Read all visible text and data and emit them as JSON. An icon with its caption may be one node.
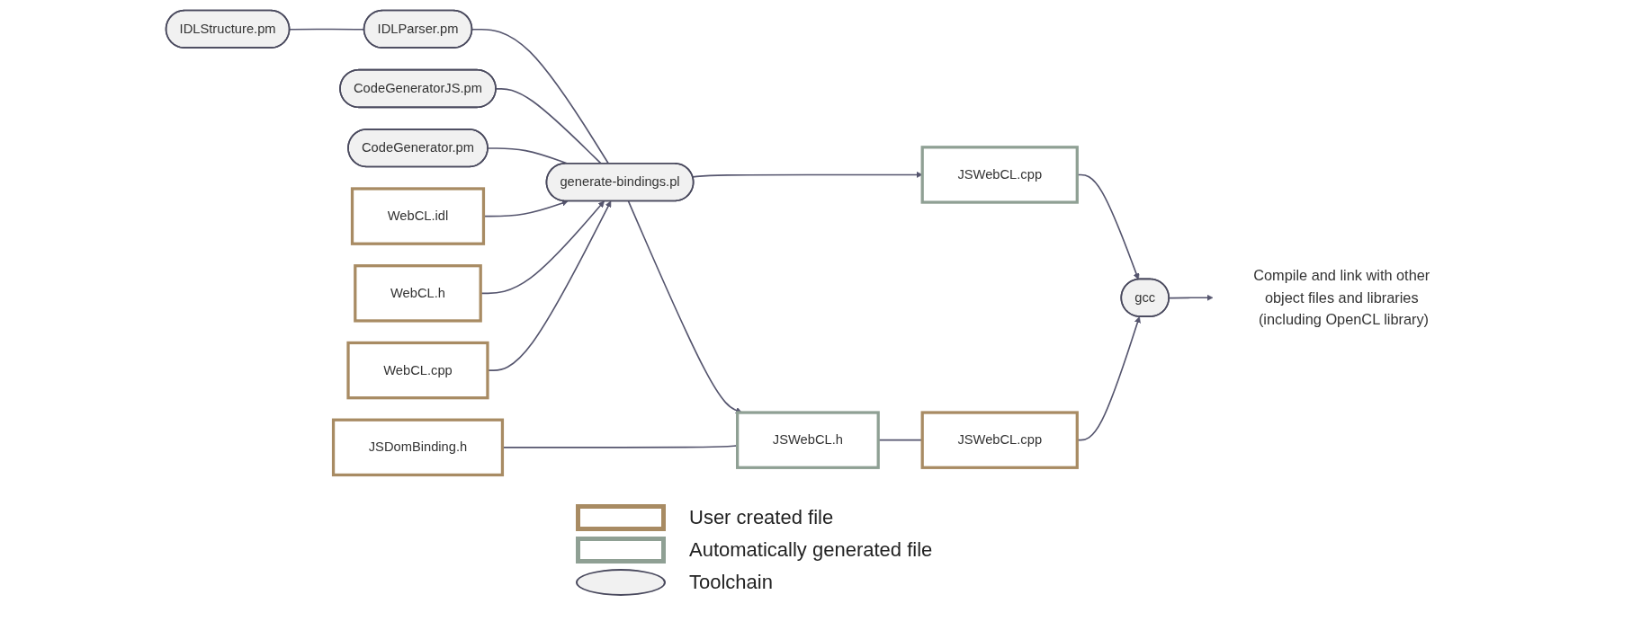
{
  "diagram": {
    "nodes": [
      {
        "text": [
          "IDLStructure.pm"
        ]
      },
      {
        "text": [
          "CodeGeneratorJS.pm"
        ]
      },
      {
        "text": [
          "IDLParser.pm"
        ]
      },
      {
        "text": [
          "CodeGenerator.pm"
        ]
      },
      {
        "text": [
          "WebCL.idl"
        ]
      },
      {
        "text": [
          "WebCL.h"
        ]
      },
      {
        "text": [
          "generate-bindings.pl"
        ]
      },
      {
        "text": [
          "WebCL.cpp"
        ]
      },
      {
        "text": [
          "JSWebCL.cpp"
        ]
      },
      {
        "text": [
          "gcc"
        ]
      },
      {
        "text": [
          "Compile and link with other object files and libraries (including OpenCL library)"
        ]
      },
      {
        "text": [
          "JSDomBinding.h"
        ]
      },
      {
        "text": [
          "JSWebCL.h"
        ]
      },
      {
        "text": [
          "JSWebCL.cpp"
        ]
      }
    ],
    "edges": [
      {
        "from": 0,
        "to": 2,
        "arrow": "none"
      },
      {
        "from": 2,
        "to": 6,
        "arrow": "none"
      },
      {
        "from": 1,
        "to": 6,
        "arrow": "none"
      },
      {
        "from": 3,
        "to": 6,
        "arrow": "none"
      },
      {
        "from": 4,
        "to": 6,
        "arrow": "to"
      },
      {
        "from": 5,
        "to": 6,
        "arrow": "to"
      },
      {
        "from": 7,
        "to": 6,
        "arrow": "to"
      },
      {
        "from": 6,
        "to": 8,
        "arrow": "to"
      },
      {
        "from": 6,
        "to": 12,
        "arrow": "to"
      },
      {
        "from": 11,
        "to": 12,
        "arrow": "none"
      },
      {
        "from": 12,
        "to": 13,
        "arrow": "none"
      },
      {
        "from": 8,
        "to": 9,
        "arrow": "to"
      },
      {
        "from": 13,
        "to": 9,
        "arrow": "to"
      },
      {
        "from": 9,
        "to": 10,
        "arrow": "to"
      }
    ],
    "legend": [
      {
        "text": "User created file",
        "color": "#a88b63"
      },
      {
        "text": "Automatically generated file",
        "color": "#8fa094"
      },
      {
        "text": "Toolchain",
        "color": "#f1f1f1"
      }
    ]
  }
}
